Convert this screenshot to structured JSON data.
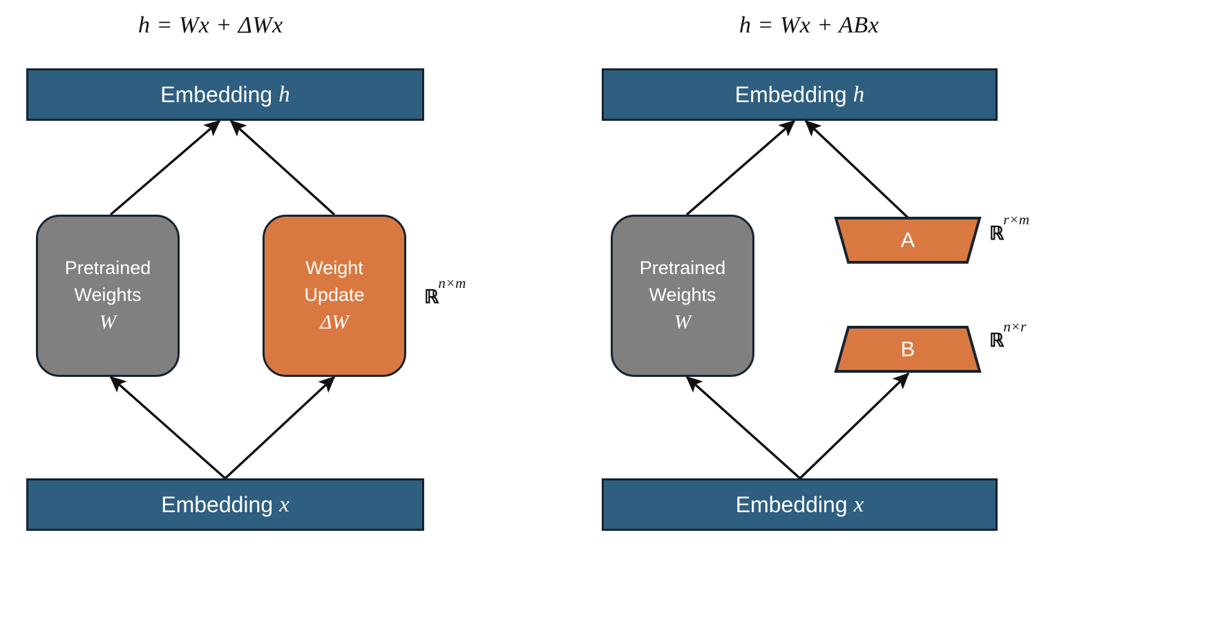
{
  "diagram": {
    "title_semantic": "LoRA low-rank adaptation comparison diagram",
    "colors": {
      "embedding_fill": "#2E5E80",
      "pretrained_fill": "#808080",
      "update_fill": "#D97941",
      "stroke": "#16232F",
      "background": "#FFFFFF",
      "text_on_fill": "#FFFFFF"
    }
  },
  "left_panel": {
    "formula": "h = Wx +  ΔWx",
    "formula_parts": {
      "h": "h",
      "equals": "=",
      "term1": "Wx",
      "plus": "+",
      "term2": "ΔWx"
    },
    "embedding_top": {
      "label": "Embedding",
      "variable": "h"
    },
    "embedding_bottom": {
      "label": "Embedding",
      "variable": "x"
    },
    "pretrained_block": {
      "line1": "Pretrained",
      "line2": "Weights",
      "variable": "W"
    },
    "update_block": {
      "line1": "Weight",
      "line2": "Update",
      "variable": "ΔW"
    },
    "dimension": {
      "symbol": "ℝ",
      "exponent": "n×m"
    }
  },
  "right_panel": {
    "formula": "h = Wx +  ABx",
    "formula_parts": {
      "h": "h",
      "equals": "=",
      "term1": "Wx",
      "plus": "+",
      "term2": "ABx"
    },
    "embedding_top": {
      "label": "Embedding",
      "variable": "h"
    },
    "embedding_bottom": {
      "label": "Embedding",
      "variable": "x"
    },
    "pretrained_block": {
      "line1": "Pretrained",
      "line2": "Weights",
      "variable": "W"
    },
    "matrix_a": {
      "label": "A",
      "dimension": {
        "symbol": "ℝ",
        "exponent": "r×m"
      }
    },
    "matrix_b": {
      "label": "B",
      "dimension": {
        "symbol": "ℝ",
        "exponent": "n×r"
      }
    }
  }
}
